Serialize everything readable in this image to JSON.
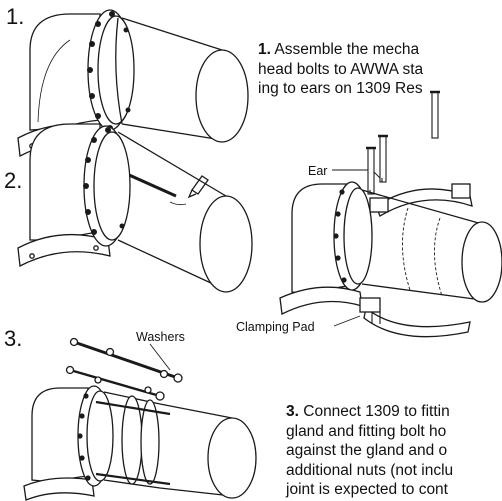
{
  "steps": [
    {
      "number": "1."
    },
    {
      "number": "2."
    },
    {
      "number": "3."
    }
  ],
  "instructions": {
    "step1": {
      "number": "1.",
      "lines": [
        "Assemble the mecha",
        "head bolts to AWWA sta",
        "ing to ears on 1309 Res"
      ]
    },
    "step3": {
      "number": "3.",
      "lines": [
        "Connect 1309 to fittin",
        "gland and fitting bolt ho",
        "against the gland and o",
        "additional nuts (not inclu",
        "joint is expected to cont"
      ]
    }
  },
  "callouts": {
    "ear": "Ear",
    "clamping_pad": "Clamping Pad",
    "washers": "Washers"
  }
}
